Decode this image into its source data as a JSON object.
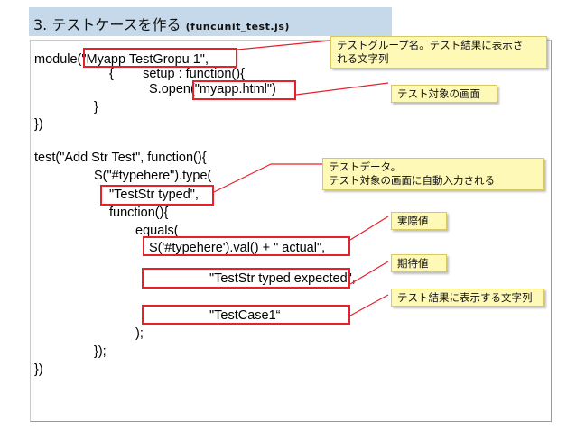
{
  "title": {
    "main": "3. テストケースを作る",
    "sub": "(funcunit_test.js)"
  },
  "code_lines": [
    "module(\"Myapp TestGropu 1\",",
    "{        setup : function(){",
    "S.open(\"myapp.html\")",
    "}",
    "})",
    "test(\"Add Str Test\", function(){",
    "S(\"#typehere\").type(",
    "\"TestStr typed\",",
    "function(){",
    "equals(",
    "S('#typehere').val() + \" actual\",",
    "\"TestStr typed expected\",",
    "\"TestCase1“",
    ");",
    "});",
    "})"
  ],
  "callouts": {
    "group_name": "テストグループ名。テスト結果に表示さ\nれる文字列",
    "target_screen": "テスト対象の画面",
    "test_data": "テストデータ。\nテスト対象の画面に自動入力される",
    "actual": "実際値",
    "expected": "期待値",
    "result_string": "テスト結果に表示する文字列"
  },
  "colors": {
    "highlight_border": "#e8202a",
    "callout_bg": "#fff9b8",
    "title_bg": "#c5d9ea"
  }
}
